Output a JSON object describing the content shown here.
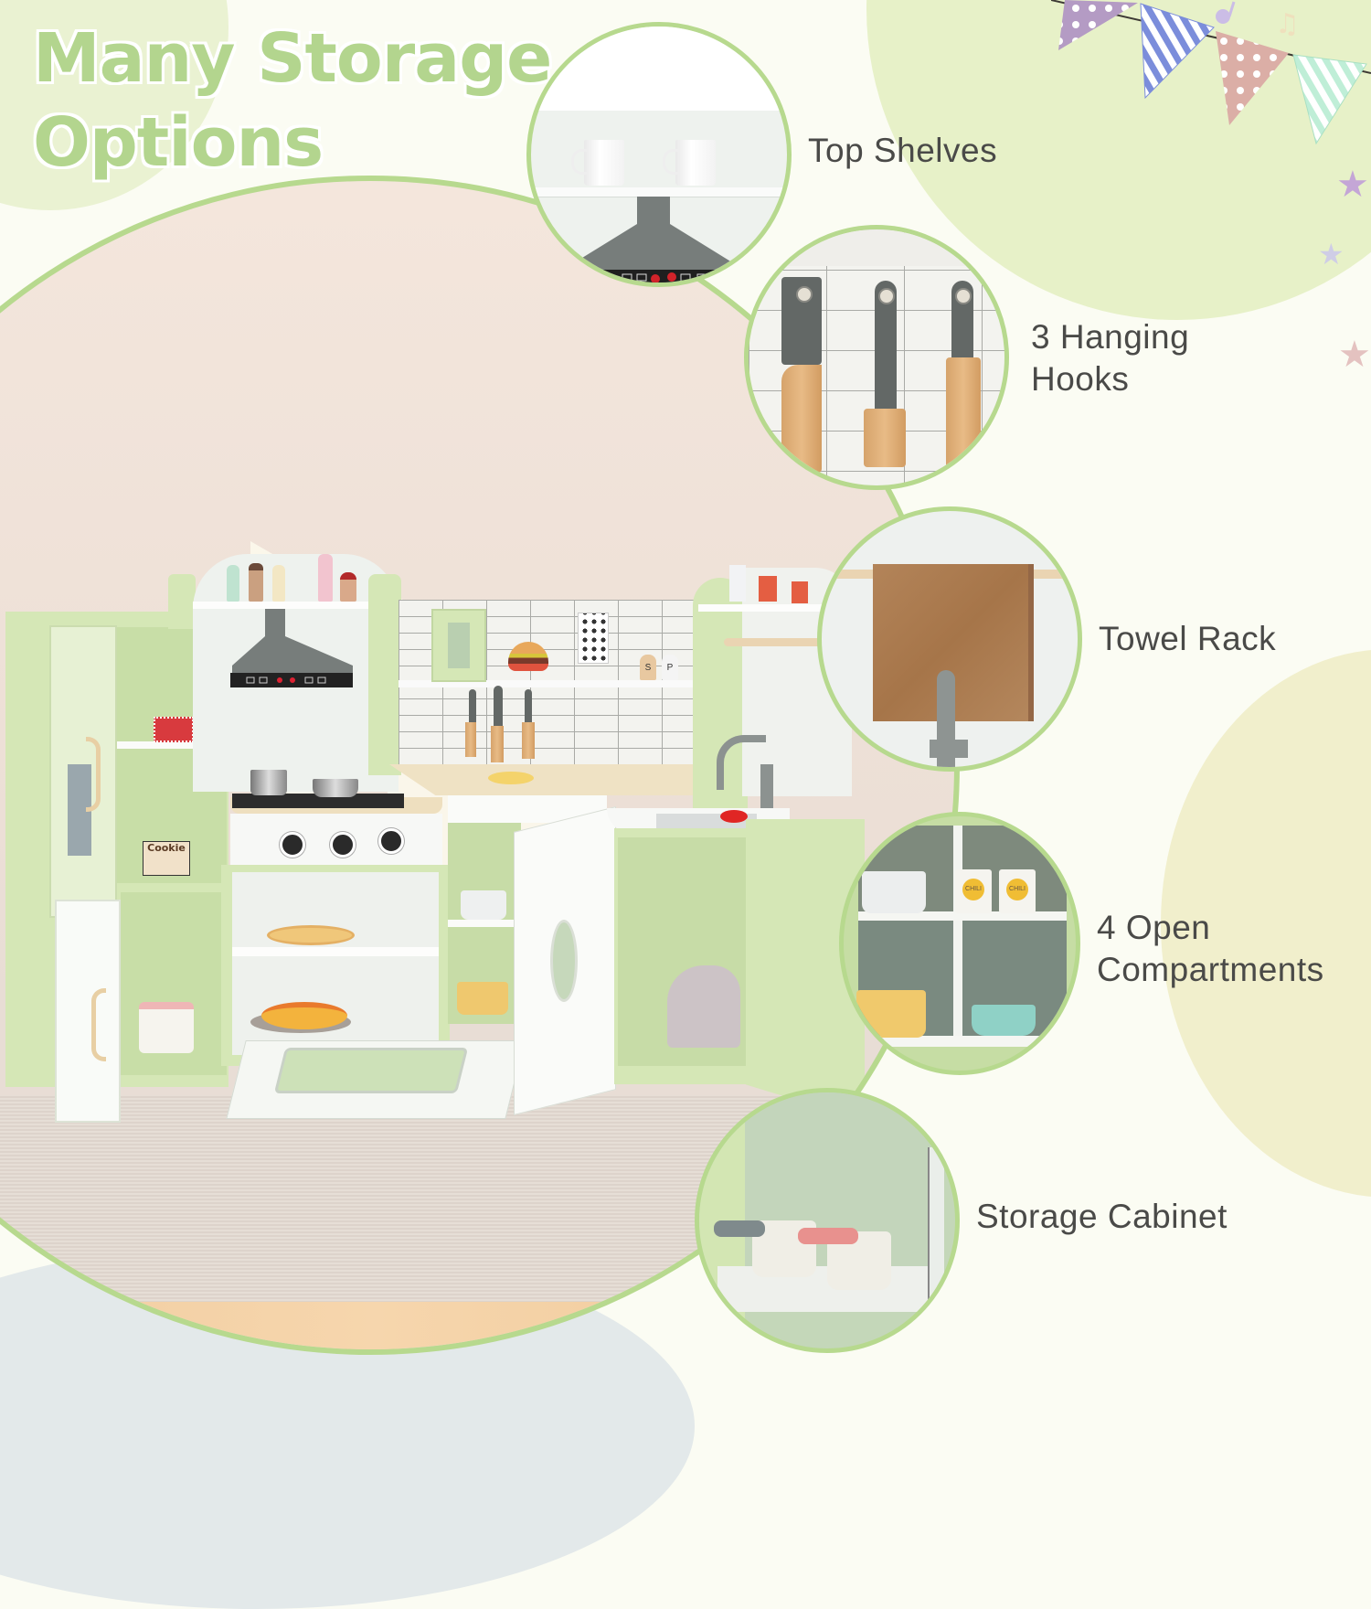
{
  "headline": {
    "line1": "Many Storage",
    "line2": "Options",
    "color": "#b3d58e"
  },
  "features": [
    {
      "id": "top-shelves",
      "label": "Top Shelves"
    },
    {
      "id": "hanging-hooks",
      "label_line1": "3 Hanging",
      "label_line2": "Hooks"
    },
    {
      "id": "towel-rack",
      "label": "Towel Rack"
    },
    {
      "id": "open-compartments",
      "label_line1": "4 Open",
      "label_line2": "Compartments"
    },
    {
      "id": "storage-cabinet",
      "label": "Storage Cabinet"
    }
  ],
  "product": {
    "cookie_box_text": "Cookie",
    "chili_jar_text": "CHILI",
    "salt_shaker": "S",
    "pepper_shaker": "P"
  },
  "colors": {
    "accent_green": "#b7d98e",
    "cabinet_green": "#d5e7b6",
    "label_text": "#4a4a48",
    "background": "#fbfcf3"
  }
}
